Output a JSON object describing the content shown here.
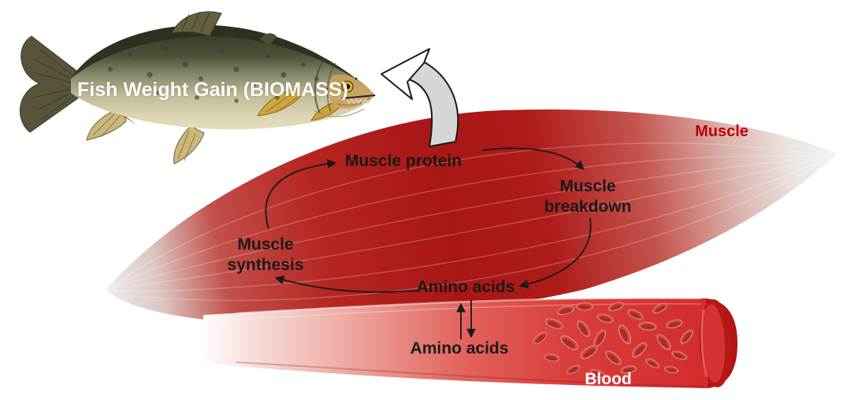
{
  "labels": {
    "fish_biomass": "Fish Weight Gain (BIOMASS)",
    "muscle_region": "Muscle",
    "muscle_protein": "Muscle protein",
    "muscle_breakdown": "Muscle breakdown",
    "muscle_synthesis": "Muscle synthesis",
    "amino_acids_muscle": "Amino acids",
    "amino_acids_blood": "Amino acids",
    "blood_region": "Blood"
  },
  "flows": [
    {
      "from": "Muscle synthesis",
      "to": "Muscle protein"
    },
    {
      "from": "Muscle protein",
      "to": "Muscle breakdown"
    },
    {
      "from": "Muscle breakdown",
      "to": "Amino acids (muscle)"
    },
    {
      "from": "Amino acids (muscle)",
      "to": "Muscle synthesis"
    },
    {
      "from": "Amino acids (blood)",
      "to": "Amino acids (muscle)"
    },
    {
      "from": "Amino acids (muscle)",
      "to": "Amino acids (blood)"
    },
    {
      "from": "Muscle",
      "to": "Fish Weight Gain (BIOMASS)"
    }
  ],
  "graphics": {
    "fish_illustration": "salmon-fish-illustration",
    "muscle_shape": "fusiform-muscle-shape",
    "blood_vessel": "blood-vessel-tube",
    "red_blood_cells": "red-blood-cells",
    "muscle_to_fish_arrow": "curved-block-arrow"
  },
  "colors": {
    "muscle_red": "#a81616",
    "muscle_label_red": "#c00000",
    "blood_vessel_red": "#d22f2e",
    "blood_cap_red": "#b81717",
    "arrow_gray": "#d6d6d6",
    "arrow_black": "#1a1a1a",
    "text_black": "#1a1a1a",
    "fish_label_white": "#ffffff"
  }
}
